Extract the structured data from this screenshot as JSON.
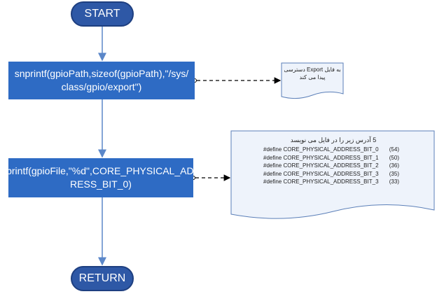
{
  "start": {
    "label": "START"
  },
  "return": {
    "label": "RETURN"
  },
  "process1": {
    "lines": [
      "snprintf(gpioPath,sizeof(gpioPath),\"/sys/",
      "class/gpio/export\")"
    ]
  },
  "process2": {
    "lines": [
      "dprintf(gpioFile,\"%d\",CORE_PHYSICAL_ADD",
      "RESS_BIT_0)"
    ]
  },
  "note1": {
    "lines": [
      "به فایل Export دسترسی",
      "پیدا می کند"
    ]
  },
  "note2": {
    "header": "5  آدرس زیر را در فایل می نویسد",
    "defines": [
      {
        "macro": "#define CORE_PHYSICAL_ADDRESS_BIT_0",
        "value": "(54)"
      },
      {
        "macro": "#define CORE_PHYSICAL_ADDRESS_BIT_1",
        "value": "(50)"
      },
      {
        "macro": "#define CORE_PHYSICAL_ADDRESS_BIT_2",
        "value": "(36)"
      },
      {
        "macro": "#define CORE_PHYSICAL_ADDRESS_BIT_3",
        "value": "(35)"
      },
      {
        "macro": "#define CORE_PHYSICAL_ADDRESS_BIT_3",
        "value": "(33)"
      }
    ]
  },
  "colors": {
    "terminal": "#2e58a6",
    "process": "#2e6bc4",
    "arrow": "#5b87c9",
    "note_fill": "#eef3fb"
  }
}
